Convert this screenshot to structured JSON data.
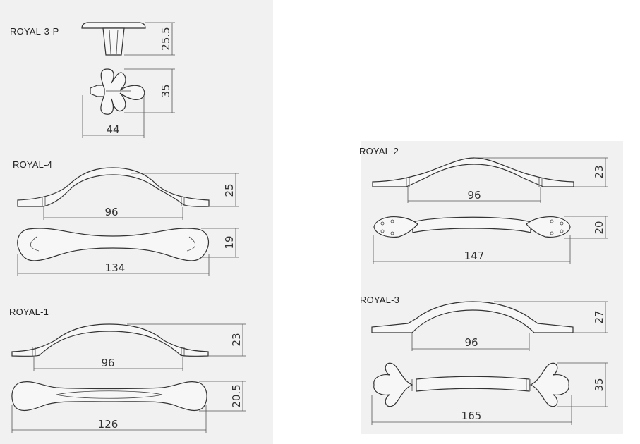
{
  "products": {
    "royal_3_p": {
      "name": "ROYAL-3-P",
      "height": "25.5",
      "width_top": "35",
      "width": "44"
    },
    "royal_4": {
      "name": "ROYAL-4",
      "pitch": "96",
      "height": "25",
      "depth": "19",
      "length": "134"
    },
    "royal_1": {
      "name": "ROYAL-1",
      "pitch": "96",
      "height": "23",
      "depth": "20.5",
      "length": "126"
    },
    "royal_2": {
      "name": "ROYAL-2",
      "pitch": "96",
      "height": "23",
      "depth": "20",
      "length": "147"
    },
    "royal_3": {
      "name": "ROYAL-3",
      "pitch": "96",
      "height": "27",
      "depth": "35",
      "length": "165"
    }
  }
}
